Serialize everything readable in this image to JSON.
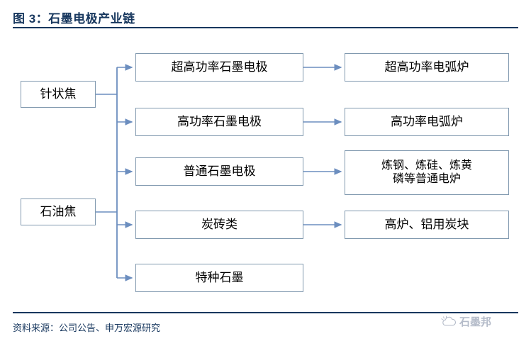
{
  "header": {
    "title": "图 3：石墨电极产业链",
    "accent_color": "#17375E"
  },
  "footer": {
    "source": "资料来源：公司公告、申万宏源研究",
    "watermark": "石墨邦",
    "watermark_icon": "cloud-logo-icon"
  },
  "diagram": {
    "type": "flowchart",
    "box_border_color": "#8199AF",
    "connector_color": "#6C8EBF",
    "sources": [
      {
        "id": "needle-coke",
        "label": "针状焦"
      },
      {
        "id": "petroleum-coke",
        "label": "石油焦"
      }
    ],
    "products": [
      {
        "id": "uhp-electrode",
        "label": "超高功率石墨电极"
      },
      {
        "id": "hp-electrode",
        "label": "高功率石墨电极"
      },
      {
        "id": "rp-electrode",
        "label": "普通石墨电极"
      },
      {
        "id": "carbon-brick",
        "label": "炭砖类"
      },
      {
        "id": "special-graphite",
        "label": "特种石墨"
      }
    ],
    "applications": [
      {
        "id": "uhp-arc-furnace",
        "label": "超高功率电弧炉"
      },
      {
        "id": "hp-arc-furnace",
        "label": "高功率电弧炉"
      },
      {
        "id": "common-furnace",
        "label_line1": "炼钢、炼硅、炼黄",
        "label_line2": "磷等普通电炉"
      },
      {
        "id": "blast-furnace",
        "label": "高炉、铝用炭块"
      }
    ]
  }
}
